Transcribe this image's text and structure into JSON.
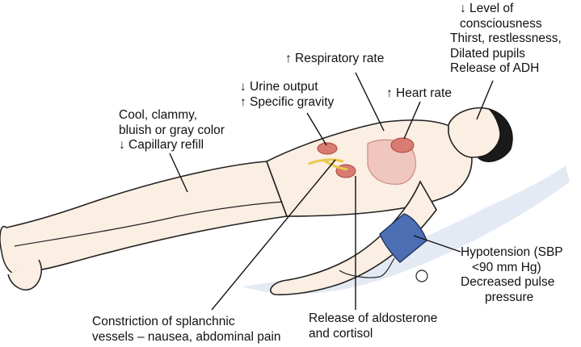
{
  "labels": {
    "consciousness": [
      "↓ Level of",
      "consciousness",
      "Thirst, restlessness,",
      "Dilated pupils",
      "Release of ADH"
    ],
    "respiratory": [
      "↑ Respiratory rate"
    ],
    "urine": [
      "↓ Urine output",
      "↑ Specific gravity"
    ],
    "heart": [
      "↑ Heart rate"
    ],
    "skin": [
      "Cool, clammy,",
      "bluish or gray color",
      "↓ Capillary refill"
    ],
    "hypotension": [
      "Hypotension (SBP",
      "<90 mm Hg)",
      "Decreased pulse",
      "pressure"
    ],
    "aldosterone": [
      "Release of aldosterone",
      "and cortisol"
    ],
    "splanchnic": [
      "Constriction of splanchnic",
      "vessels – nausea, abdominal pain"
    ]
  },
  "colors": {
    "skin": "#fbeee3",
    "shadow": "#e3eaf3",
    "organ": "#d97b72",
    "lung": "#efc7bf",
    "cuff": "#4c6fb3",
    "vessel": "#e8c94a"
  }
}
